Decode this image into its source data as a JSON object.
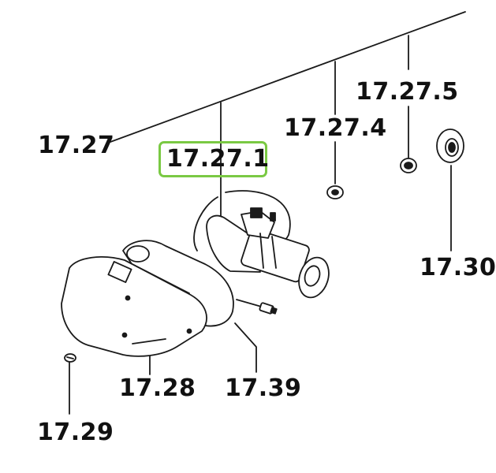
{
  "diagram": {
    "labels": {
      "l_17_27": "17.27",
      "l_17_27_1": "17.27.1",
      "l_17_27_4": "17.27.4",
      "l_17_27_5": "17.27.5",
      "l_17_30": "17.30",
      "l_17_28": "17.28",
      "l_17_39": "17.39",
      "l_17_29": "17.29"
    },
    "highlight_color": "#7ac943"
  }
}
